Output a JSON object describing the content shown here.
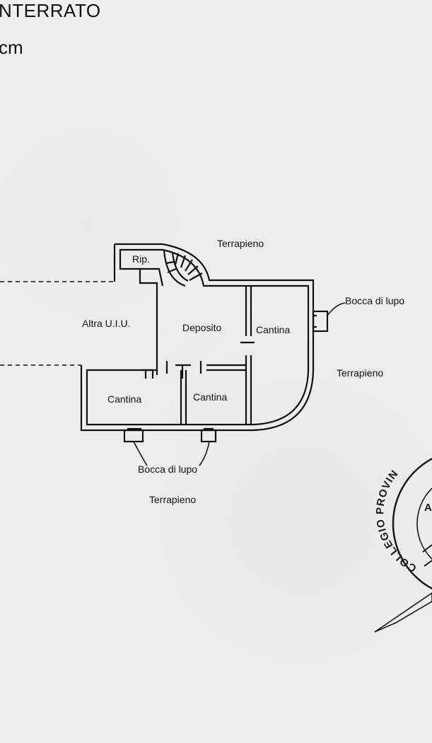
{
  "header": {
    "line1": "NTERRATO",
    "line2": "cm"
  },
  "labels": {
    "terrapieno_top": "Terrapieno",
    "rip": "Rip.",
    "altra_uiu": "Altra U.I.U.",
    "deposito": "Deposito",
    "cantina_right": "Cantina",
    "bocca_right": "Bocca di lupo",
    "terrapieno_right": "Terrapieno",
    "cantina_left": "Cantina",
    "cantina_middle": "Cantina",
    "bocca_bottom": "Bocca di lupo",
    "terrapieno_bottom": "Terrapieno"
  },
  "stamp": {
    "text": "COLLEGIO PROVIN",
    "letter": "A"
  }
}
